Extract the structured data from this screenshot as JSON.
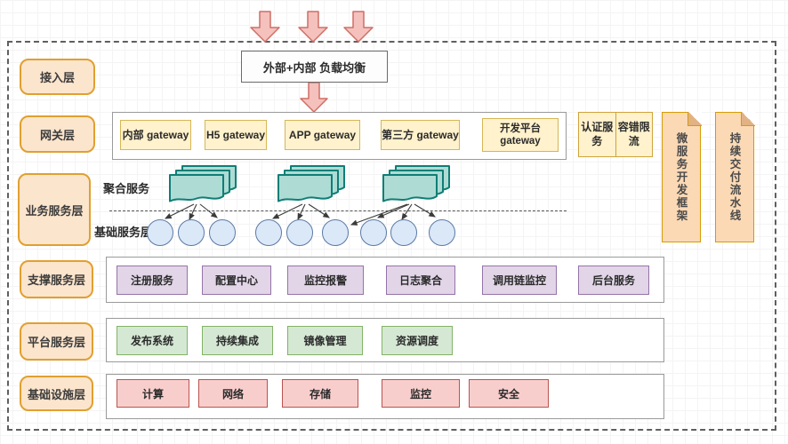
{
  "layers": [
    {
      "label": "接入层"
    },
    {
      "label": "网关层"
    },
    {
      "label": "业务服务层"
    },
    {
      "label": "支撑服务层"
    },
    {
      "label": "平台服务层"
    },
    {
      "label": "基础设施层"
    }
  ],
  "access": {
    "load_balancer": "外部+内部 负载均衡"
  },
  "gateway": {
    "items": [
      "内部 gateway",
      "H5 gateway",
      "APP gateway",
      "第三方 gateway",
      "开发平台 gateway"
    ],
    "auth": "认证服务",
    "fault_tolerance": "容错限流"
  },
  "ribbons": [
    "微服务开发框架",
    "持续交付流水线"
  ],
  "business": {
    "aggregation": "聚合服务",
    "base": "基础服务层"
  },
  "support": {
    "items": [
      "注册服务",
      "配置中心",
      "监控报警",
      "日志聚合",
      "调用链监控",
      "后台服务"
    ]
  },
  "platform": {
    "items": [
      "发布系统",
      "持续集成",
      "镜像管理",
      "资源调度"
    ]
  },
  "infrastructure": {
    "items": [
      "计算",
      "网络",
      "存储",
      "监控",
      "安全"
    ]
  },
  "colors": {
    "layer_label_fill": "#fce5cd",
    "layer_label_border": "#e0a030",
    "gateway_fill": "#fff2cc",
    "gateway_border": "#d6b656",
    "support_fill": "#e1d5e7",
    "support_border": "#9673a6",
    "platform_fill": "#d5e8d4",
    "platform_border": "#82b366",
    "infra_fill": "#f8cecc",
    "infra_border": "#b85450",
    "aggregation_fill": "#aedcd5",
    "aggregation_border": "#0f7e76",
    "node_fill": "#dbe8f8",
    "node_border": "#5b79a5",
    "arrow_fill": "#f5c1bd",
    "arrow_border": "#cf6f66",
    "ribbon_fill": "#fbd9b5",
    "ribbon_border": "#d79b00"
  }
}
